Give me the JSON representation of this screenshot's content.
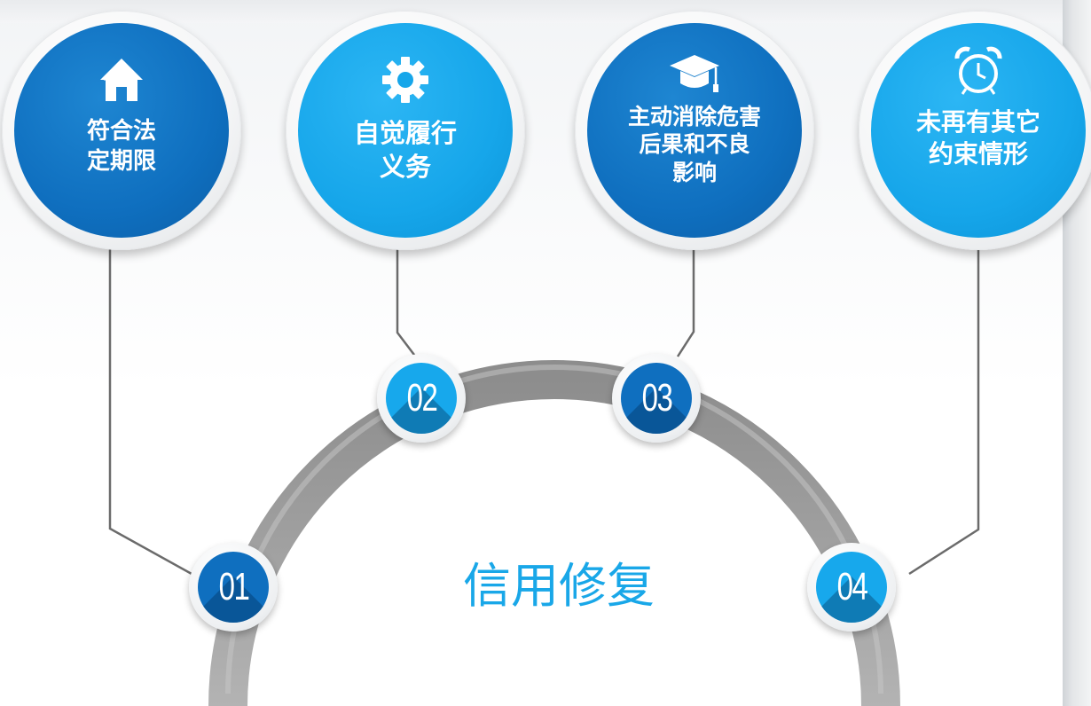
{
  "title": "信用修复",
  "steps": [
    {
      "num": "01",
      "label": "符合法\n定期限",
      "icon": "home-icon",
      "color": "#0f6fbf"
    },
    {
      "num": "02",
      "label": "自觉履行\n义务",
      "icon": "gear-icon",
      "color": "#17a8ec"
    },
    {
      "num": "03",
      "label": "主动消除危害\n后果和不良\n影响",
      "icon": "graduation-cap-icon",
      "color": "#0f6fbf"
    },
    {
      "num": "04",
      "label": "未再有其它\n约束情形",
      "icon": "alarm-clock-icon",
      "color": "#17a8ec"
    }
  ],
  "colors": {
    "dark_blue": "#0f6fbf",
    "light_blue": "#17a8ec",
    "arc_gray": "#9e9e9e"
  }
}
